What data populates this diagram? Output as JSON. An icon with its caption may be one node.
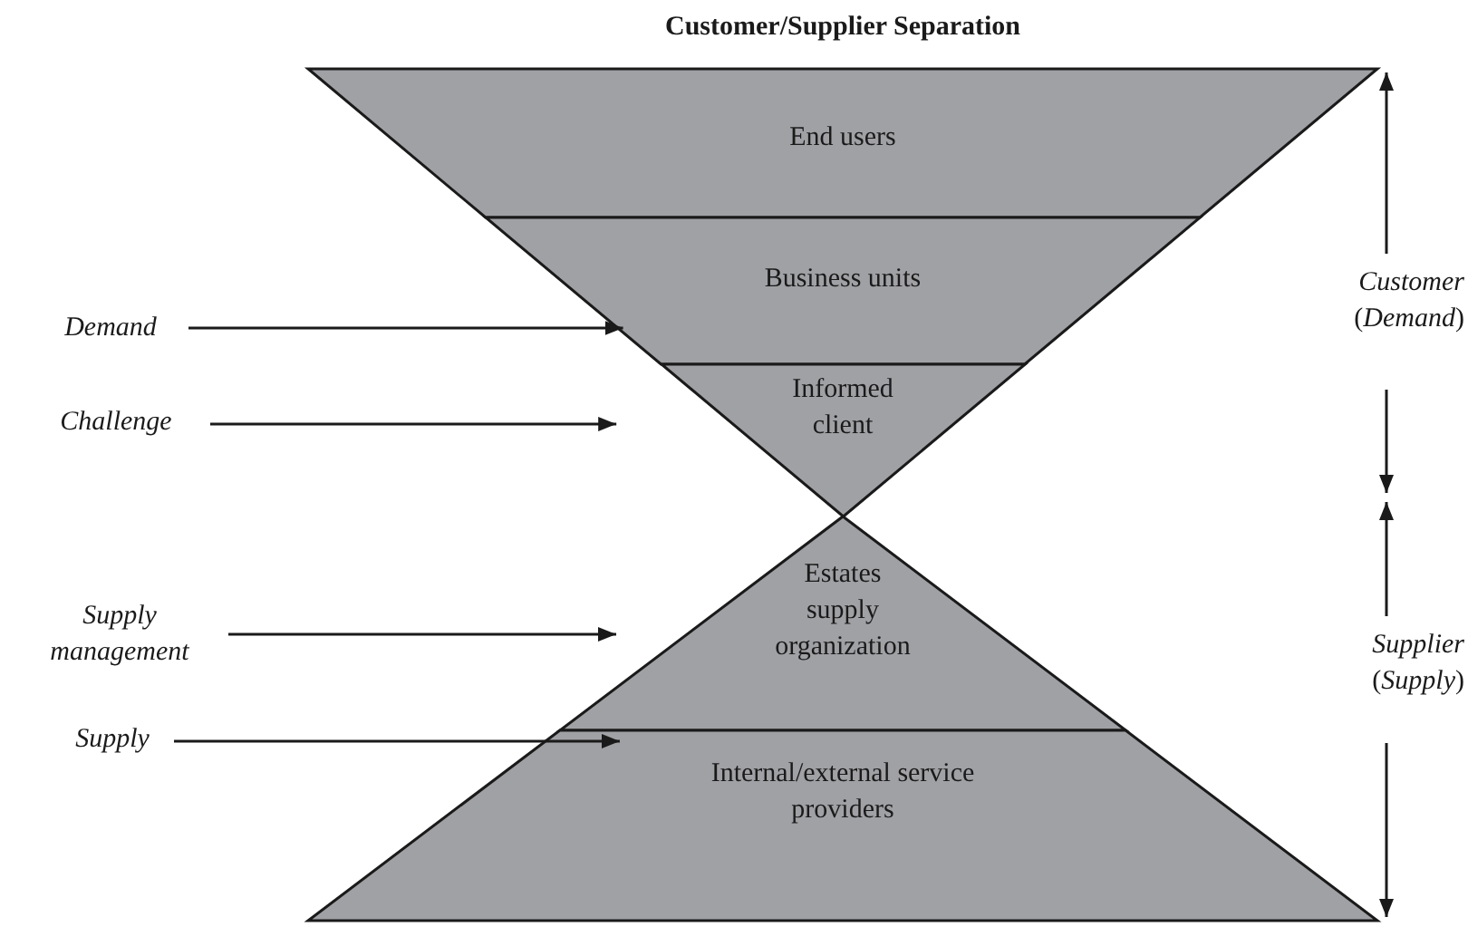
{
  "diagram": {
    "title": "Customer/Supplier Separation",
    "nodes": [
      {
        "text": [
          "End users"
        ]
      },
      {
        "text": [
          "Business units"
        ]
      },
      {
        "text": [
          "Informed client"
        ]
      },
      {
        "text": [
          "Estates supply organization"
        ]
      },
      {
        "text": [
          "Internal/external service providers"
        ]
      },
      {
        "text": [
          "Demand"
        ]
      },
      {
        "text": [
          "Challenge"
        ]
      },
      {
        "text": [
          "Supply management"
        ]
      },
      {
        "text": [
          "Supply"
        ]
      }
    ],
    "edges": [
      {
        "from": 5,
        "to": 1,
        "arrow": "to"
      },
      {
        "from": 6,
        "to": 2,
        "arrow": "to"
      },
      {
        "from": 7,
        "to": 3,
        "arrow": "to"
      },
      {
        "from": 8,
        "to": 4,
        "arrow": "to"
      }
    ],
    "labels": [
      "*Customer* (*Demand*)",
      "*Supplier* (*Supply*)"
    ]
  }
}
